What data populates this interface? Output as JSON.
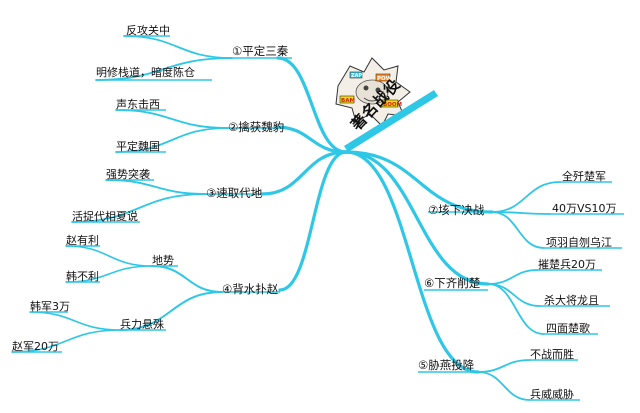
{
  "center": {
    "title": "著名战役",
    "sticker_words": [
      "POW",
      "BAM",
      "BOOM",
      "ZAP"
    ]
  },
  "colors": {
    "branch": "#2ec7e6",
    "text": "#111111"
  },
  "branches": [
    {
      "label": "①平定三秦",
      "children": [
        "反攻关中",
        "明修栈道，暗度陈仓"
      ]
    },
    {
      "label": "②擒获魏豹",
      "children": [
        "声东击西",
        "平定魏国"
      ]
    },
    {
      "label": "③速取代地",
      "children": [
        "强势突袭",
        "活捉代相夏说"
      ]
    },
    {
      "label": "④背水扑赵",
      "groups": [
        {
          "label": "地势",
          "children": [
            "赵有利",
            "韩不利"
          ]
        },
        {
          "label": "兵力悬殊",
          "children": [
            "韩军3万",
            "赵军20万"
          ]
        }
      ]
    },
    {
      "label": "⑤胁燕投降",
      "children": [
        "不战而胜",
        "兵威威胁"
      ]
    },
    {
      "label": "⑥下齐削楚",
      "children": [
        "摧楚兵20万",
        "杀大将龙且",
        "四面楚歌"
      ]
    },
    {
      "label": "⑦垓下决战",
      "children": [
        "全歼楚军",
        "40万VS10万",
        "项羽自刎乌江"
      ]
    }
  ]
}
